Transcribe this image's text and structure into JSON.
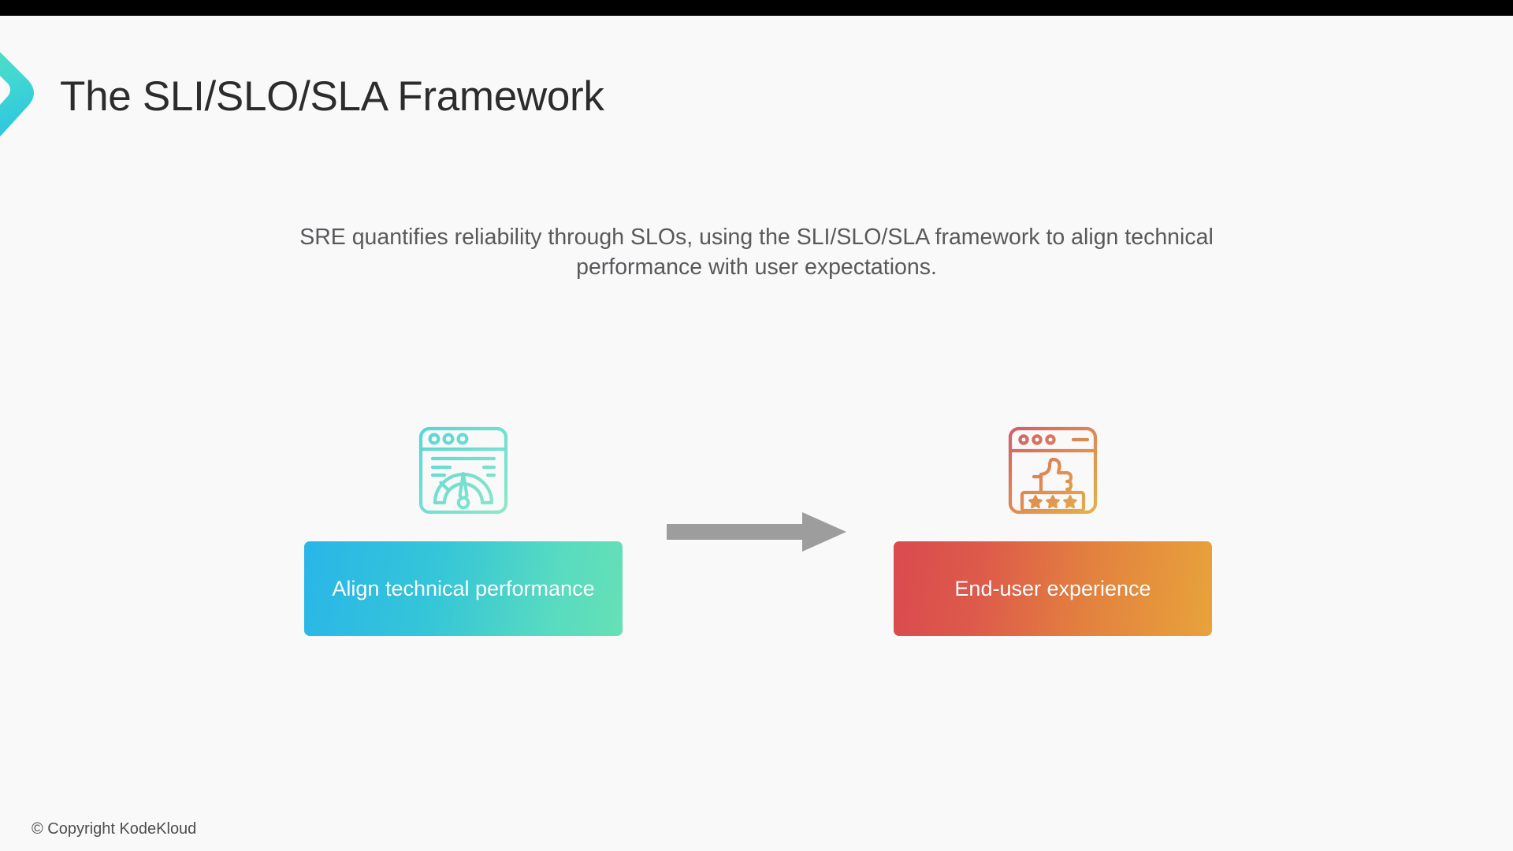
{
  "slide": {
    "title": "The SLI/SLO/SLA Framework",
    "subtitle": "SRE quantifies reliability through SLOs, using the SLI/SLO/SLA framework to align technical performance with user expectations.",
    "background_color": "#f9f9fa",
    "title_color": "#2c2c2c",
    "subtitle_color": "#58595b"
  },
  "decoration": {
    "chevron_icon": "chevron-right-decoration",
    "chevron_gradient_from": "#4fe0c4",
    "chevron_gradient_to": "#29c3e0"
  },
  "diagram": {
    "type": "flow",
    "connector_icon": "right-arrow",
    "connector_color": "#9d9d9d",
    "steps": [
      {
        "icon": "browser-gauge-icon",
        "icon_color_from": "#5fd9d2",
        "icon_color_to": "#83e3cd",
        "label": "Align technical performance",
        "box_gradient_from": "#29b6e8",
        "box_gradient_to": "#66e0b6",
        "label_color": "#ffffff"
      },
      {
        "icon": "browser-thumbs-up-stars-icon",
        "icon_color_from": "#d4636b",
        "icon_color_to": "#e0a53f",
        "label": "End-user experience",
        "box_gradient_from": "#da4a4f",
        "box_gradient_to": "#e8a33b",
        "label_color": "#ffffff"
      }
    ]
  },
  "footer": {
    "copyright": "© Copyright KodeKloud"
  }
}
